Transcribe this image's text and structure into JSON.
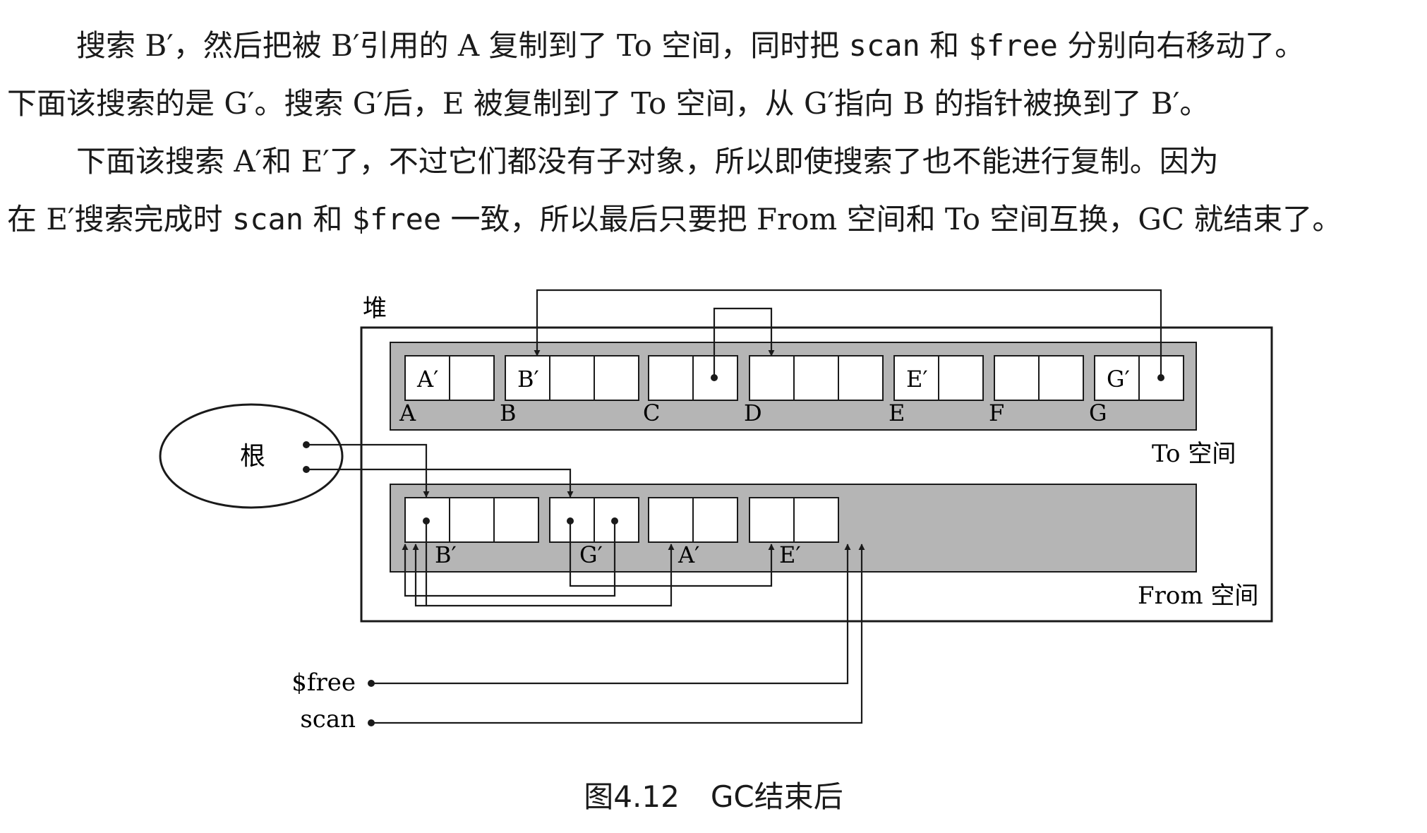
{
  "paragraphs": [
    {
      "lines": [
        [
          "搜索 B′，然后把被 B′引用的 A 复制到了 To 空间，同时把 ",
          "scan",
          " 和 ",
          "$free",
          " 分别向右移动了。"
        ],
        [
          "下面该搜索的是 G′。搜索 G′后，E 被复制到了 To 空间，从 G′指向 B 的指针被换到了 B′。"
        ]
      ]
    },
    {
      "lines": [
        [
          "下面该搜索 A′和 E′了，不过它们都没有子对象，所以即使搜索了也不能进行复制。因为"
        ],
        [
          "在 E′搜索完成时 ",
          "scan",
          " 和 ",
          "$free",
          " 一致，所以最后只要把 From 空间和 To 空间互换，GC 就结束了。"
        ]
      ]
    }
  ],
  "diagram": {
    "heap_label": "堆",
    "root_label": "根",
    "to_space_label": "To 空间",
    "from_space_label": "From 空间",
    "to_objects": [
      {
        "letter": "A",
        "first_cell": "A′",
        "cells": 2
      },
      {
        "letter": "B",
        "first_cell": "B′",
        "cells": 3
      },
      {
        "letter": "C",
        "first_cell": "",
        "cells": 2
      },
      {
        "letter": "D",
        "first_cell": "",
        "cells": 3
      },
      {
        "letter": "E",
        "first_cell": "E′",
        "cells": 2
      },
      {
        "letter": "F",
        "first_cell": "",
        "cells": 2
      },
      {
        "letter": "G",
        "first_cell": "G′",
        "cells": 2
      }
    ],
    "from_objects": [
      {
        "letter": "B′",
        "cells": 3
      },
      {
        "letter": "G′",
        "cells": 2
      },
      {
        "letter": "A′",
        "cells": 2
      },
      {
        "letter": "E′",
        "cells": 2
      }
    ],
    "free_label": "$free",
    "scan_label": "scan",
    "colors": {
      "space_fill": "#b5b5b5",
      "cell_fill": "#ffffff",
      "stroke": "#1a1a1a"
    }
  },
  "caption": {
    "number": "图4.12",
    "title": "GC结束后"
  }
}
